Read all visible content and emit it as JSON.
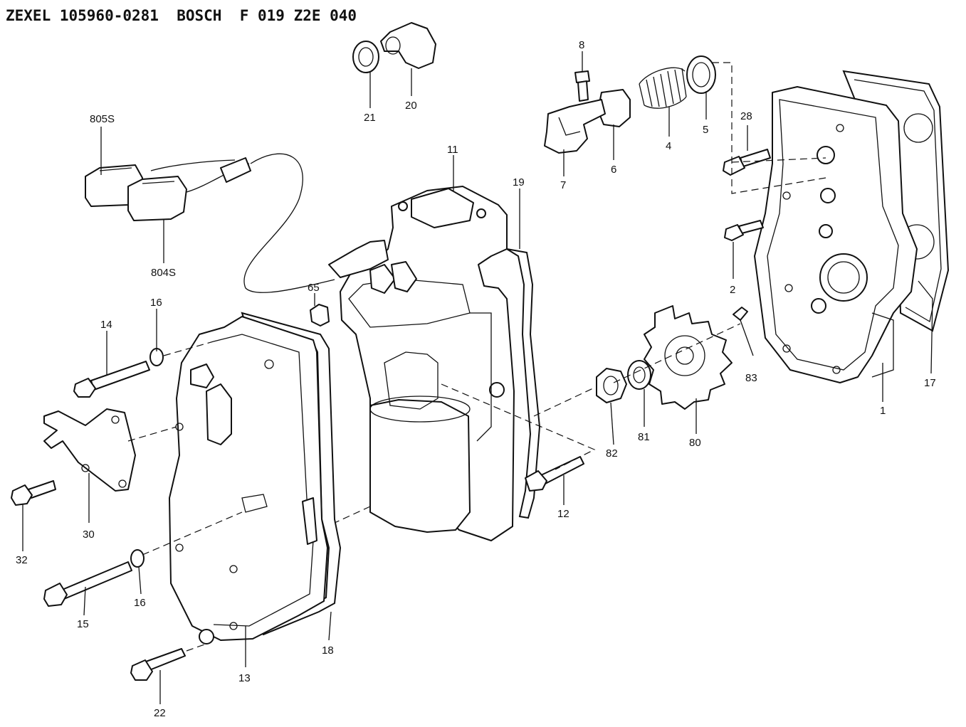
{
  "header": {
    "title": "ZEXEL 105960-0281  BOSCH  F 019 Z2E 040"
  },
  "callouts": [
    {
      "id": "21",
      "label": "21"
    },
    {
      "id": "20",
      "label": "20"
    },
    {
      "id": "8",
      "label": "8"
    },
    {
      "id": "5",
      "label": "5"
    },
    {
      "id": "4",
      "label": "4"
    },
    {
      "id": "6",
      "label": "6"
    },
    {
      "id": "7",
      "label": "7"
    },
    {
      "id": "28",
      "label": "28"
    },
    {
      "id": "805S",
      "label": "805S"
    },
    {
      "id": "804S",
      "label": "804S"
    },
    {
      "id": "11",
      "label": "11"
    },
    {
      "id": "19",
      "label": "19"
    },
    {
      "id": "2",
      "label": "2"
    },
    {
      "id": "65",
      "label": "65"
    },
    {
      "id": "16a",
      "label": "16"
    },
    {
      "id": "14",
      "label": "14"
    },
    {
      "id": "83",
      "label": "83"
    },
    {
      "id": "17",
      "label": "17"
    },
    {
      "id": "1",
      "label": "1"
    },
    {
      "id": "82",
      "label": "82"
    },
    {
      "id": "81",
      "label": "81"
    },
    {
      "id": "80",
      "label": "80"
    },
    {
      "id": "30",
      "label": "30"
    },
    {
      "id": "12",
      "label": "12"
    },
    {
      "id": "32",
      "label": "32"
    },
    {
      "id": "16b",
      "label": "16"
    },
    {
      "id": "15",
      "label": "15"
    },
    {
      "id": "18",
      "label": "18"
    },
    {
      "id": "13",
      "label": "13"
    },
    {
      "id": "22",
      "label": "22"
    }
  ]
}
